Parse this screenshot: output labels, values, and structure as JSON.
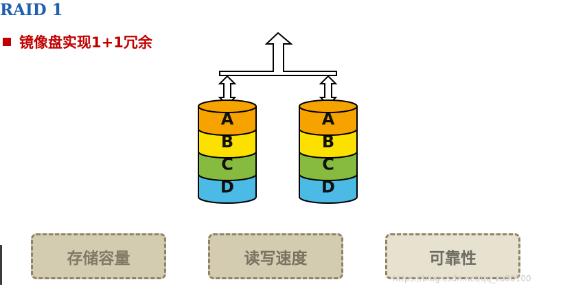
{
  "title": "RAID 1",
  "bullet": "镜像盘实现1+1冗余",
  "disks": [
    {
      "name": "disk-left",
      "blocks": [
        "A",
        "B",
        "C",
        "D"
      ]
    },
    {
      "name": "disk-right",
      "blocks": [
        "A",
        "B",
        "C",
        "D"
      ]
    }
  ],
  "block_colors": [
    "#f6a300",
    "#fbe000",
    "#86bb40",
    "#4bbbe6"
  ],
  "boxes": [
    {
      "label": "存储容量"
    },
    {
      "label": "读写速度"
    },
    {
      "label": "可靠性"
    }
  ],
  "watermark": "https://blog.csdn.net/qq_zu80100"
}
